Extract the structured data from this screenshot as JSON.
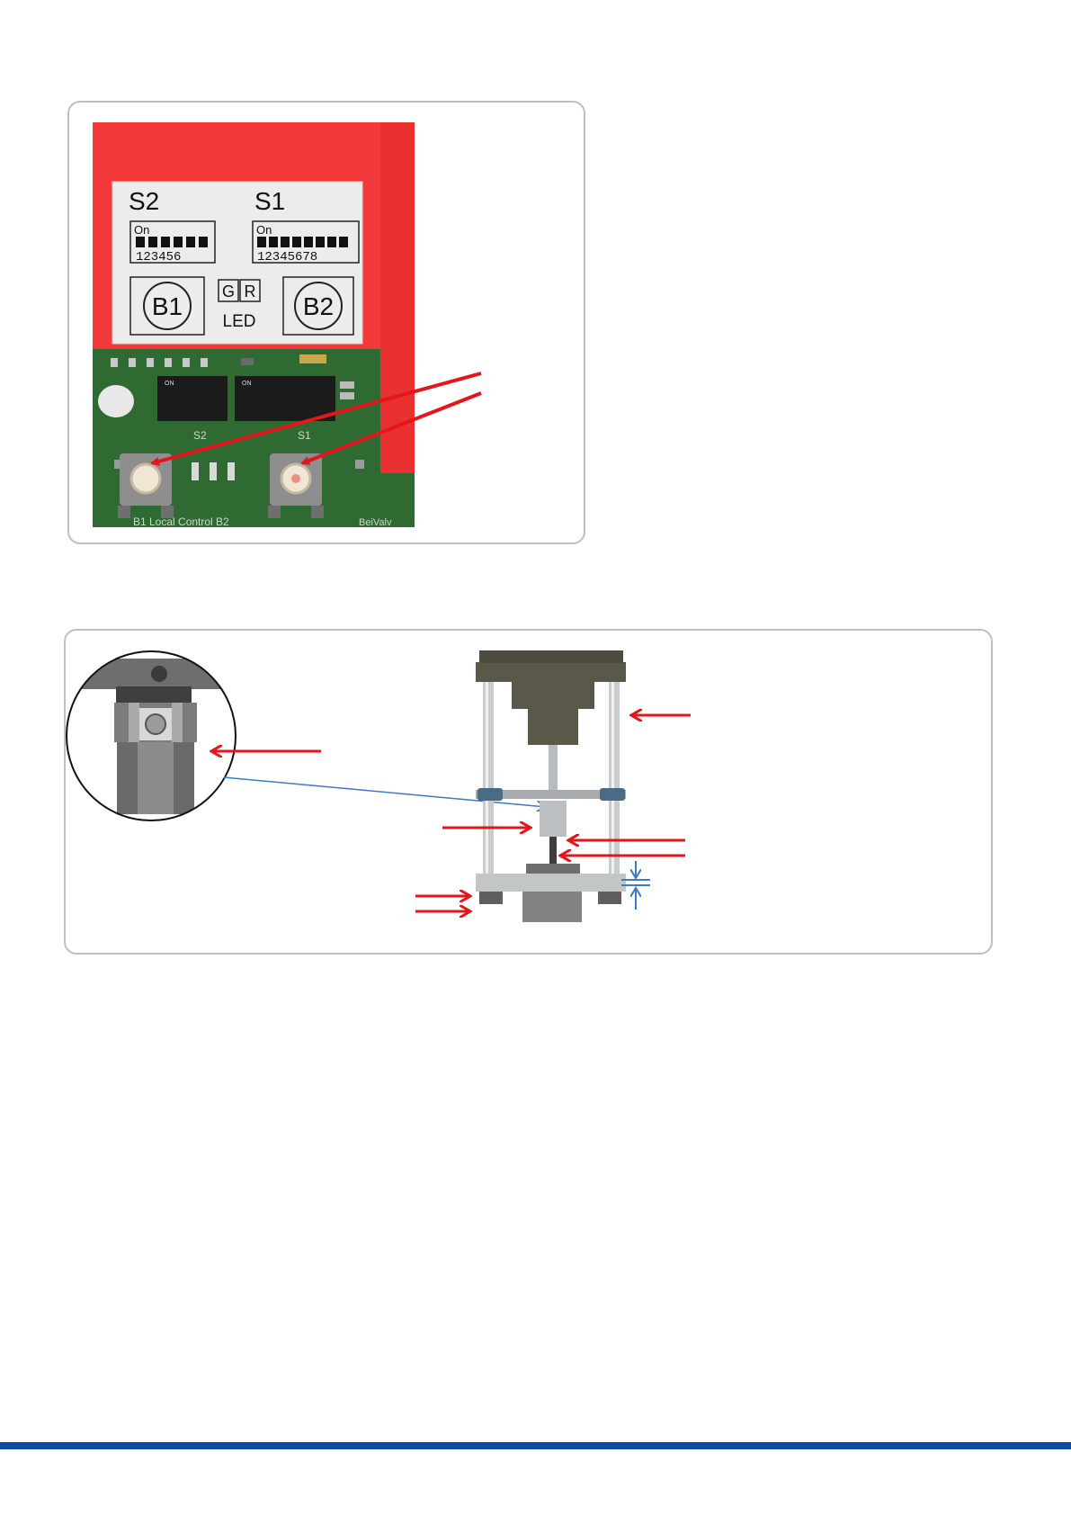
{
  "photo_1": {
    "label_switch_s2": "S2",
    "label_switch_s1": "S1",
    "dip_s2_on": "On",
    "dip_s2_numbers": "123456",
    "dip_s1_on": "On",
    "dip_s1_numbers": "12345678",
    "button_b1": "B1",
    "button_b2": "B2",
    "led_green": "G",
    "led_red": "R",
    "led_label": "LED",
    "pcb_dip_on_left": "ON",
    "pcb_dip_on_right": "ON",
    "pcb_silk_s2": "S2",
    "pcb_silk_s1": "S1",
    "pcb_silk_bottom": "B1  Local  Control  B2",
    "pcb_silk_brand": "BeiValv"
  },
  "colors": {
    "arrow_red": "#e3161b",
    "arrow_blue": "#3d79c4",
    "footer_bar": "#0a4aa6",
    "panel_border": "#bfbfbf",
    "housing_red": "#f23a3a",
    "pcb_green": "#2f6a33",
    "actuator_olive": "#5a5848"
  }
}
